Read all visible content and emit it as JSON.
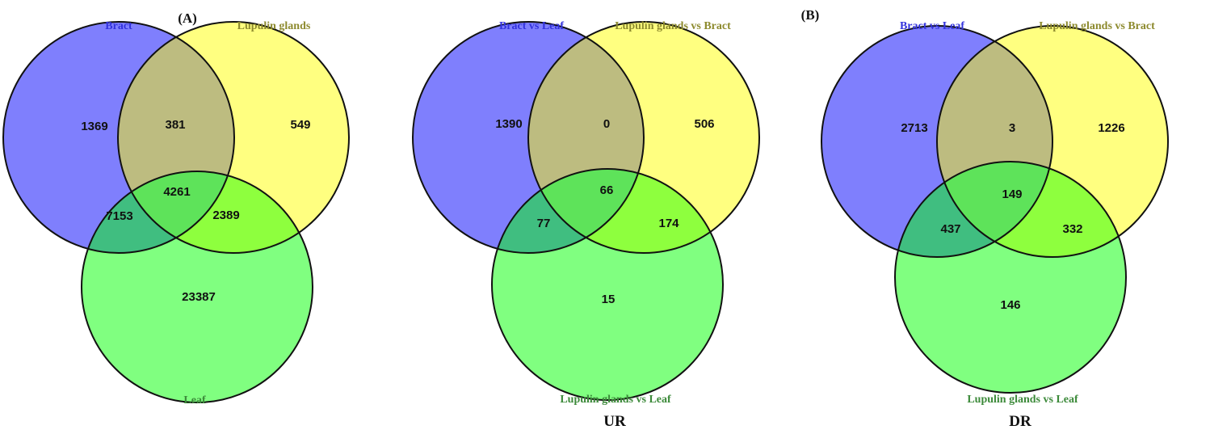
{
  "figure": {
    "panel_labels": {
      "A": "(A)",
      "B": "(B)"
    },
    "colors": {
      "set1": "#7f7ffd",
      "set2": "#ffff80",
      "set3": "#80ff80",
      "overlap12": "#bdbc80",
      "overlap13": "#40be80",
      "overlap23": "#8eff3e",
      "overlap123": "#5ee35a",
      "label1": "#3333dd",
      "label2": "#8d8a2e",
      "label3": "#3c8a3a"
    },
    "venns": [
      {
        "set_labels": [
          "Bract",
          "Lupulin glands",
          "Leaf"
        ],
        "caption": "",
        "counts": {
          "only1": "1369",
          "only2": "549",
          "only3": "23387",
          "r12": "381",
          "r13": "7153",
          "r23": "2389",
          "r123": "4261"
        }
      },
      {
        "set_labels": [
          "Bract  vs Leaf",
          "Lupulin glands vs Bract",
          "Lupulin glands vs Leaf"
        ],
        "caption": "UR",
        "counts": {
          "only1": "1390",
          "only2": "506",
          "only3": "15",
          "r12": "0",
          "r13": "77",
          "r23": "174",
          "r123": "66"
        }
      },
      {
        "set_labels": [
          "Bract vs Leaf",
          "Lupulin glands vs Bract",
          "Lupulin glands vs Leaf"
        ],
        "caption": "DR",
        "counts": {
          "only1": "2713",
          "only2": "1226",
          "only3": "146",
          "r12": "3",
          "r13": "437",
          "r23": "332",
          "r123": "149"
        }
      }
    ]
  }
}
